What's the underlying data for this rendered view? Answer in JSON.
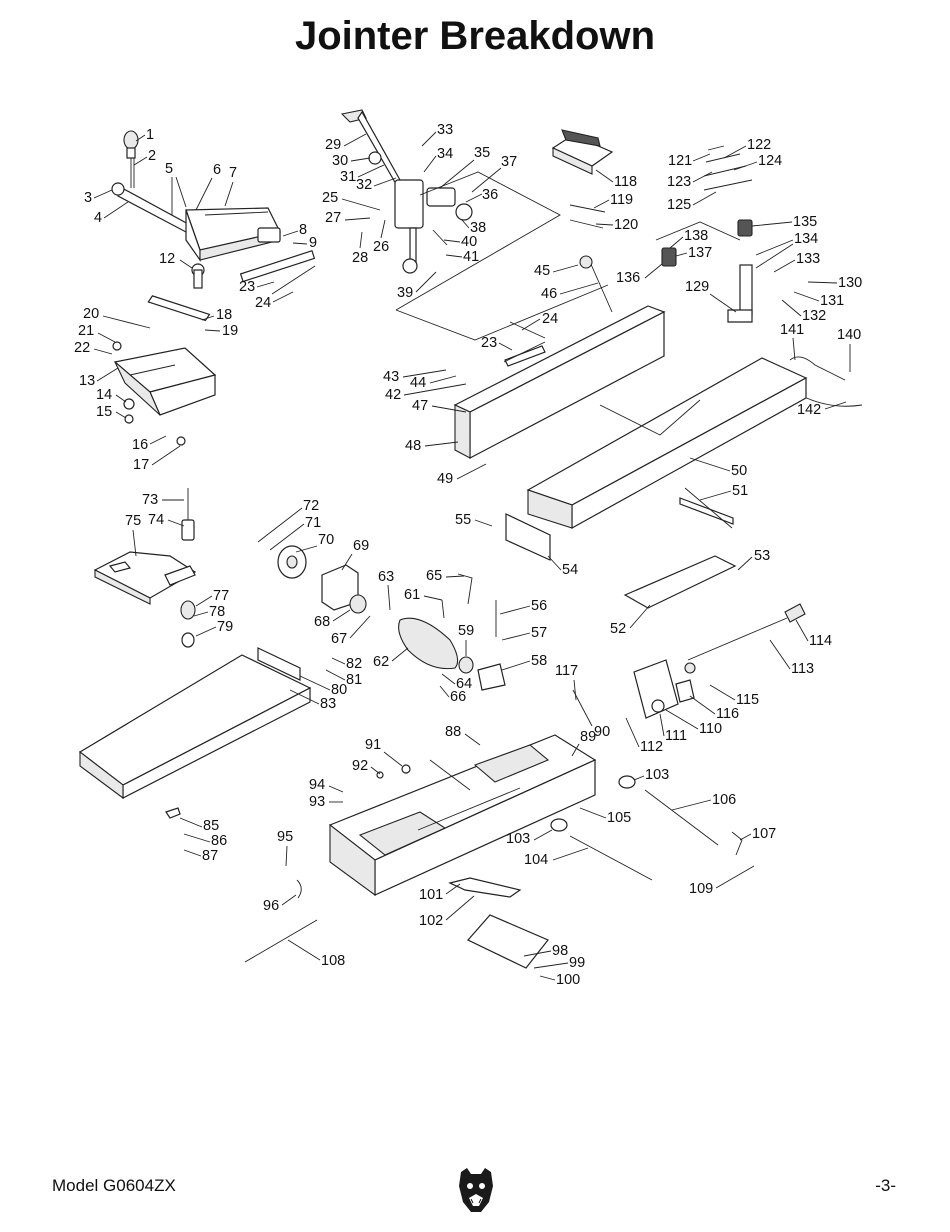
{
  "page": {
    "title": "Jointer Breakdown",
    "model": "Model G0604ZX",
    "page_number": "-3-"
  },
  "logo": {
    "name": "grizzly-bear-logo-icon"
  },
  "diagram": {
    "callouts": [
      "1",
      "2",
      "3",
      "4",
      "5",
      "6",
      "7",
      "8",
      "9",
      "12",
      "13",
      "14",
      "15",
      "16",
      "17",
      "18",
      "19",
      "20",
      "21",
      "22",
      "23",
      "24",
      "23",
      "24",
      "25",
      "26",
      "27",
      "28",
      "29",
      "30",
      "31",
      "32",
      "33",
      "34",
      "35",
      "36",
      "37",
      "38",
      "39",
      "40",
      "41",
      "42",
      "43",
      "44",
      "45",
      "46",
      "47",
      "48",
      "49",
      "50",
      "51",
      "52",
      "53",
      "54",
      "55",
      "56",
      "57",
      "58",
      "59",
      "61",
      "62",
      "63",
      "64",
      "65",
      "66",
      "67",
      "68",
      "69",
      "70",
      "71",
      "72",
      "73",
      "74",
      "75",
      "77",
      "78",
      "79",
      "80",
      "81",
      "82",
      "83",
      "85",
      "86",
      "87",
      "88",
      "89",
      "90",
      "91",
      "92",
      "93",
      "94",
      "95",
      "96",
      "98",
      "99",
      "100",
      "101",
      "102",
      "103",
      "103",
      "104",
      "105",
      "106",
      "107",
      "108",
      "109",
      "110",
      "111",
      "112",
      "113",
      "114",
      "115",
      "116",
      "117",
      "118",
      "119",
      "120",
      "121",
      "122",
      "123",
      "124",
      "125",
      "129",
      "130",
      "131",
      "132",
      "133",
      "134",
      "135",
      "136",
      "137",
      "138",
      "140",
      "141",
      "142"
    ]
  }
}
